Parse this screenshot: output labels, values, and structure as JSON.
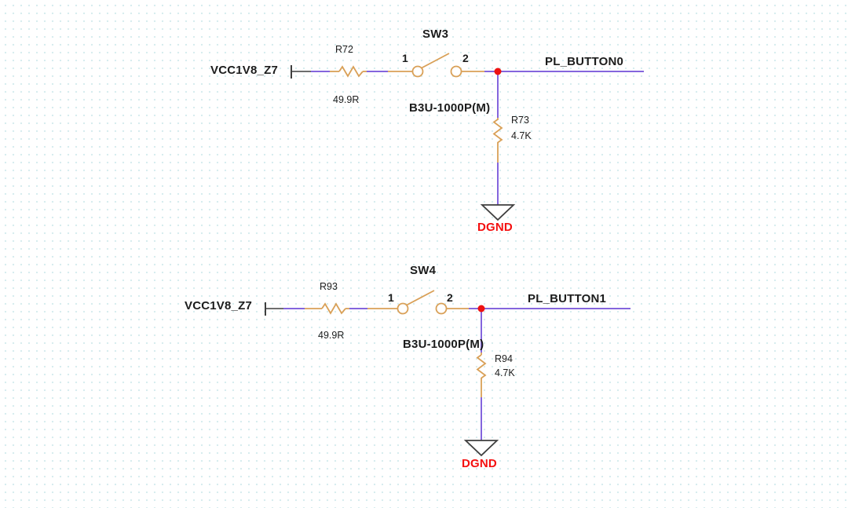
{
  "diagram_type": "schematic",
  "colors": {
    "wire": "#8465dd",
    "component": "#d9a057",
    "junction": "#ee1111",
    "ground_symbol": "#3f3f3f",
    "ground_net_text": "#f40f0f",
    "text": "#1c1c1c",
    "grid_dot": "#d7edef"
  },
  "circuits": [
    {
      "power_net": "VCC1V8_Z7",
      "series_resistor_ref": "R72",
      "series_resistor_value": "49.9R",
      "switch_ref": "SW3",
      "switch_part": "B3U-1000P(M)",
      "pin_1": "1",
      "pin_2": "2",
      "output_net": "PL_BUTTON0",
      "pulldown_ref": "R73",
      "pulldown_value": "4.7K",
      "ground_net": "DGND"
    },
    {
      "power_net": "VCC1V8_Z7",
      "series_resistor_ref": "R93",
      "series_resistor_value": "49.9R",
      "switch_ref": "SW4",
      "switch_part": "B3U-1000P(M)",
      "pin_1": "1",
      "pin_2": "2",
      "output_net": "PL_BUTTON1",
      "pulldown_ref": "R94",
      "pulldown_value": "4.7K",
      "ground_net": "DGND"
    }
  ]
}
